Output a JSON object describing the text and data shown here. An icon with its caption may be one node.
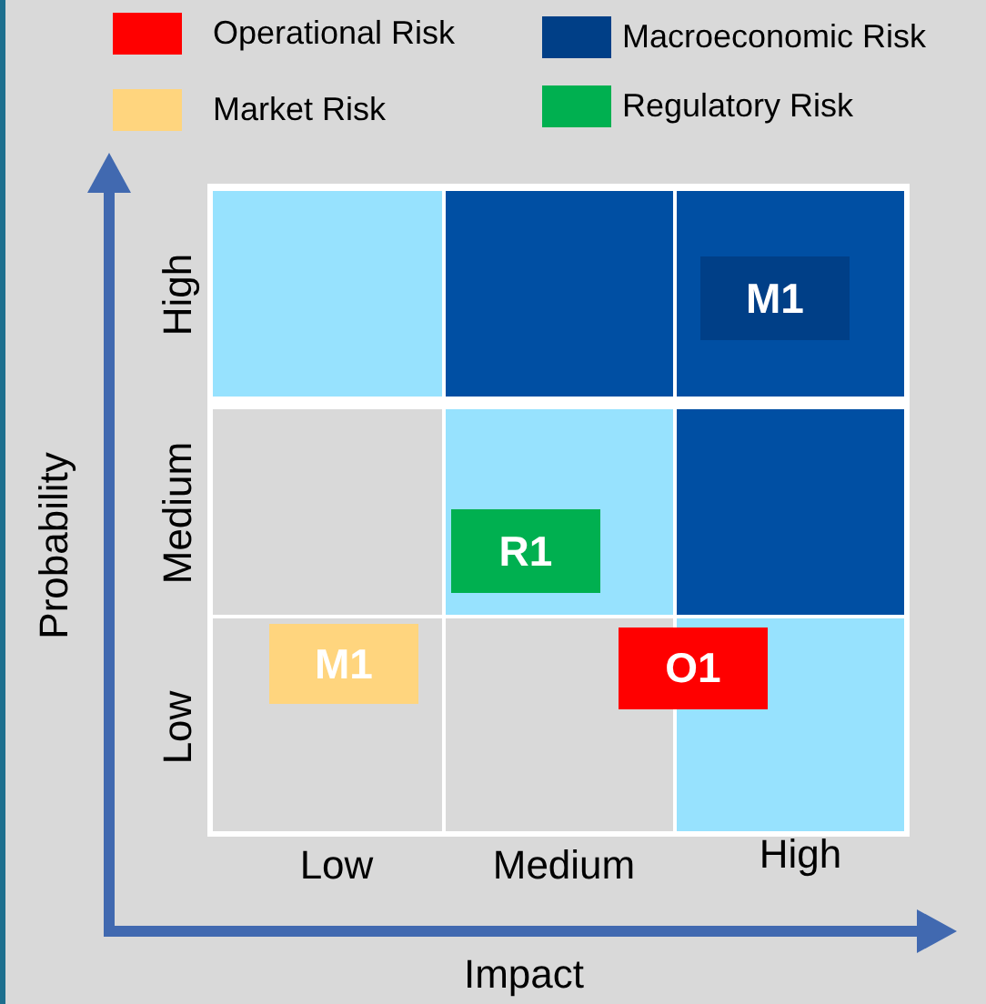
{
  "diagram": {
    "nodes": [
      {
        "text": [],
        "shape": "box"
      },
      {
        "text": [],
        "shape": "box"
      },
      {
        "text": [],
        "shape": "box"
      },
      {
        "text": [],
        "shape": "box"
      },
      {
        "text": [],
        "shape": "box"
      },
      {
        "text": [],
        "shape": "box"
      },
      {
        "text": [],
        "shape": "box"
      },
      {
        "text": [],
        "shape": "box"
      },
      {
        "text": [],
        "shape": "box"
      },
      {
        "text": [
          "M1"
        ],
        "in": 2
      },
      {
        "text": [
          "R1"
        ],
        "in": 4
      },
      {
        "text": [
          "M1"
        ],
        "in": 6
      },
      {
        "text": [
          "O1"
        ]
      }
    ],
    "labels": [
      "High",
      "Medium",
      "Low",
      "Low",
      "Medium",
      "High",
      "Probability",
      "Impact"
    ],
    "legend": [
      {
        "text": "Operational Risk",
        "color": "#ff0000"
      },
      {
        "text": "Macroeconomic Risk",
        "color": "#003f87"
      },
      {
        "text": "Market Risk",
        "color": "#ffd57e"
      },
      {
        "text": "Regulatory Risk",
        "color": "#00b050"
      }
    ]
  }
}
